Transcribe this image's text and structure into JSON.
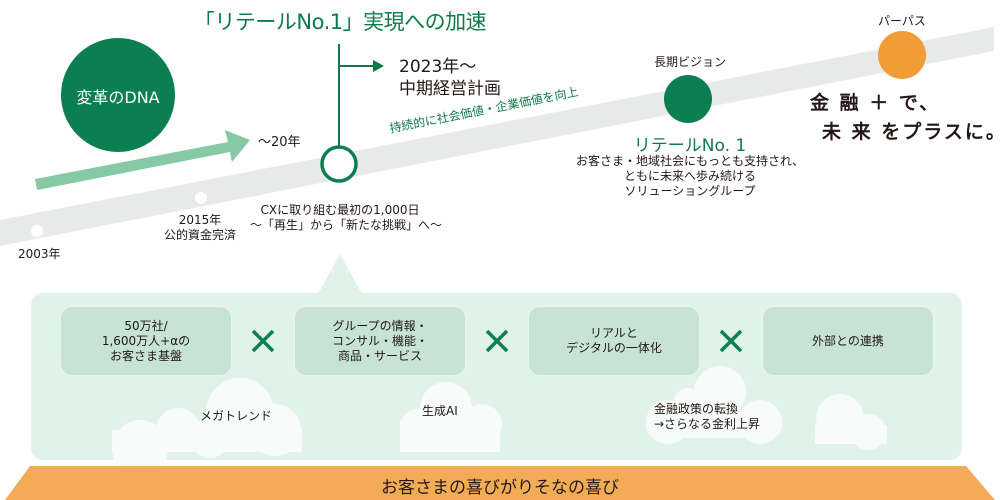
{
  "title": "「リテールNo.1」実現への加速",
  "dna": {
    "label": "変革のDNA"
  },
  "timeline": {
    "span_label": "〜20年",
    "milestones": [
      {
        "year": "2003年",
        "note": ""
      },
      {
        "year": "2015年",
        "note": "公的資金完済"
      }
    ],
    "cx": {
      "line1": "CXに取り組む最初の1,000日",
      "line2": "〜「再生」から「新たな挑戦」へ〜"
    },
    "plan": {
      "line1": "2023年〜",
      "line2": "中期経営計画"
    },
    "road_text": "持続的に社会価値・企業価値を向上"
  },
  "vision": {
    "heading": "長期ビジョン",
    "title": "リテールNo. 1",
    "desc": [
      "お客さま・地域社会にもっとも支持され、",
      "ともに未来へ歩み続ける",
      "ソリューショングループ"
    ]
  },
  "purpose": {
    "heading": "パーパス",
    "tagline_line1": "金 融 ＋ で、",
    "tagline_line2": "未 来 をプラスに。"
  },
  "strengths": [
    {
      "text": "50万社/\n1,600万人+αの\nお客さま基盤"
    },
    {
      "text": "グループの情報・\nコンサル・機能・\n商品・サービス"
    },
    {
      "text": "リアルと\nデジタルの一体化"
    },
    {
      "text": "外部との連携"
    }
  ],
  "trends": {
    "megatrend": "メガトレンド",
    "gen_ai": "生成AI",
    "policy_line1": "金融政策の転換",
    "policy_line2": "→さらなる金利上昇"
  },
  "foundation": {
    "text": "お客さまの喜びがりそなの喜び"
  },
  "colors": {
    "green": "#0b7f51",
    "title_green": "#0e7a4a",
    "light_green_arrow": "#86c9a4",
    "road_gray": "#e8eae9",
    "panel": "#e1f2ea",
    "box": "#c6e3d5",
    "orange_circle": "#f29c38",
    "orange_band": "#f4ab55"
  },
  "icons": {
    "times": "times-icon",
    "cloud": "cloud-icon",
    "arrow": "arrow-right-icon"
  }
}
